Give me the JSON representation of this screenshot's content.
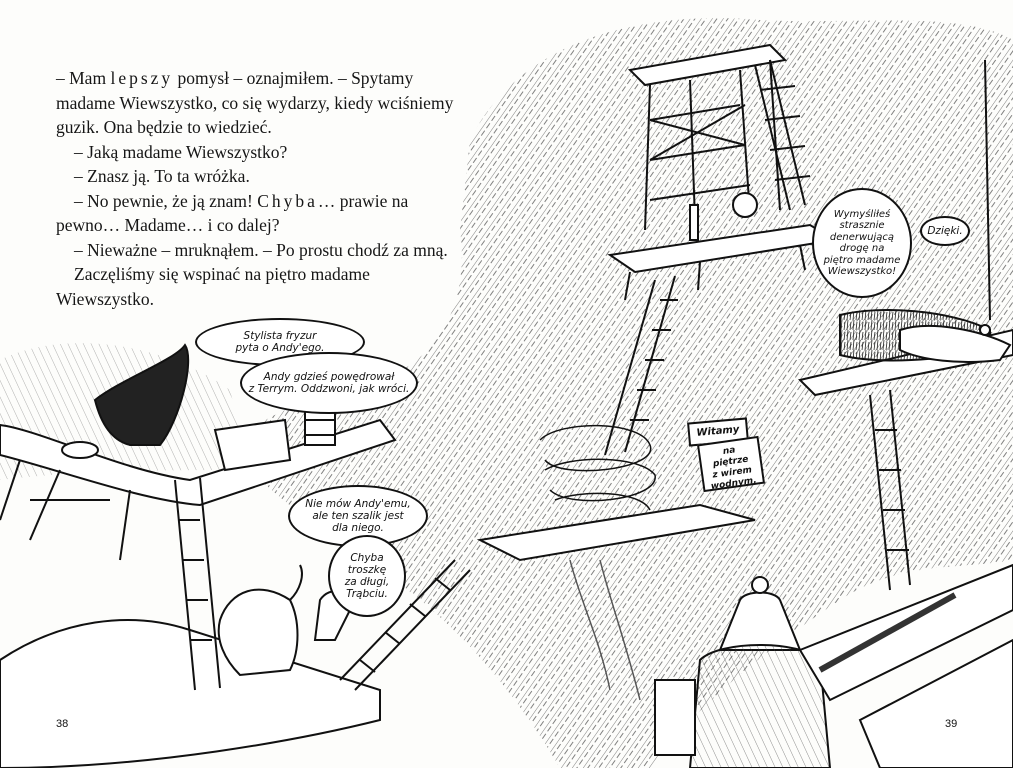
{
  "prose": {
    "p1_a": "– Mam ",
    "p1_spaced": "lepszy",
    "p1_b": " pomysł – oznajmiłem. – Spytamy madame Wiewszystko, co się wydarzy, kiedy wciśniemy guzik. Ona będzie to wiedzieć.",
    "p2": "– Jaką madame Wiewszystko?",
    "p3": "– Znasz ją. To ta wróżka.",
    "p4_a": "– No pewnie, że ją znam! ",
    "p4_spaced": "Chyba",
    "p4_b": "… prawie na pewno… Madame… i co dalej?",
    "p5": "– Nieważne – mruknąłem. – Po prostu chodź za mną.",
    "p6": "Zaczęliśmy się wspinać na piętro madame Wiewszystko."
  },
  "bubbles": {
    "stylist": "Stylista fryzur\npyta o Andy'ego.",
    "andy_gone": "Andy gdzieś powędrował\nz Terrym. Oddzwoni, jak wróci.",
    "scarf": "Nie mów Andy'emu,\nale ten szalik jest\ndla niego.",
    "too_long": "Chyba\ntroszkę\nza długi,\nTrąbciu.",
    "annoying": "Wymyśliłeś\nstrasznie\ndenerwującą\ndrogę na\npiętro madame\nWiewszystko!",
    "thanks": "Dzięki."
  },
  "signs": {
    "welcome": "Witamy",
    "whirlpool": "na piętrze\nz wirem\nwodnym."
  },
  "page_numbers": {
    "left": "38",
    "right": "39"
  }
}
